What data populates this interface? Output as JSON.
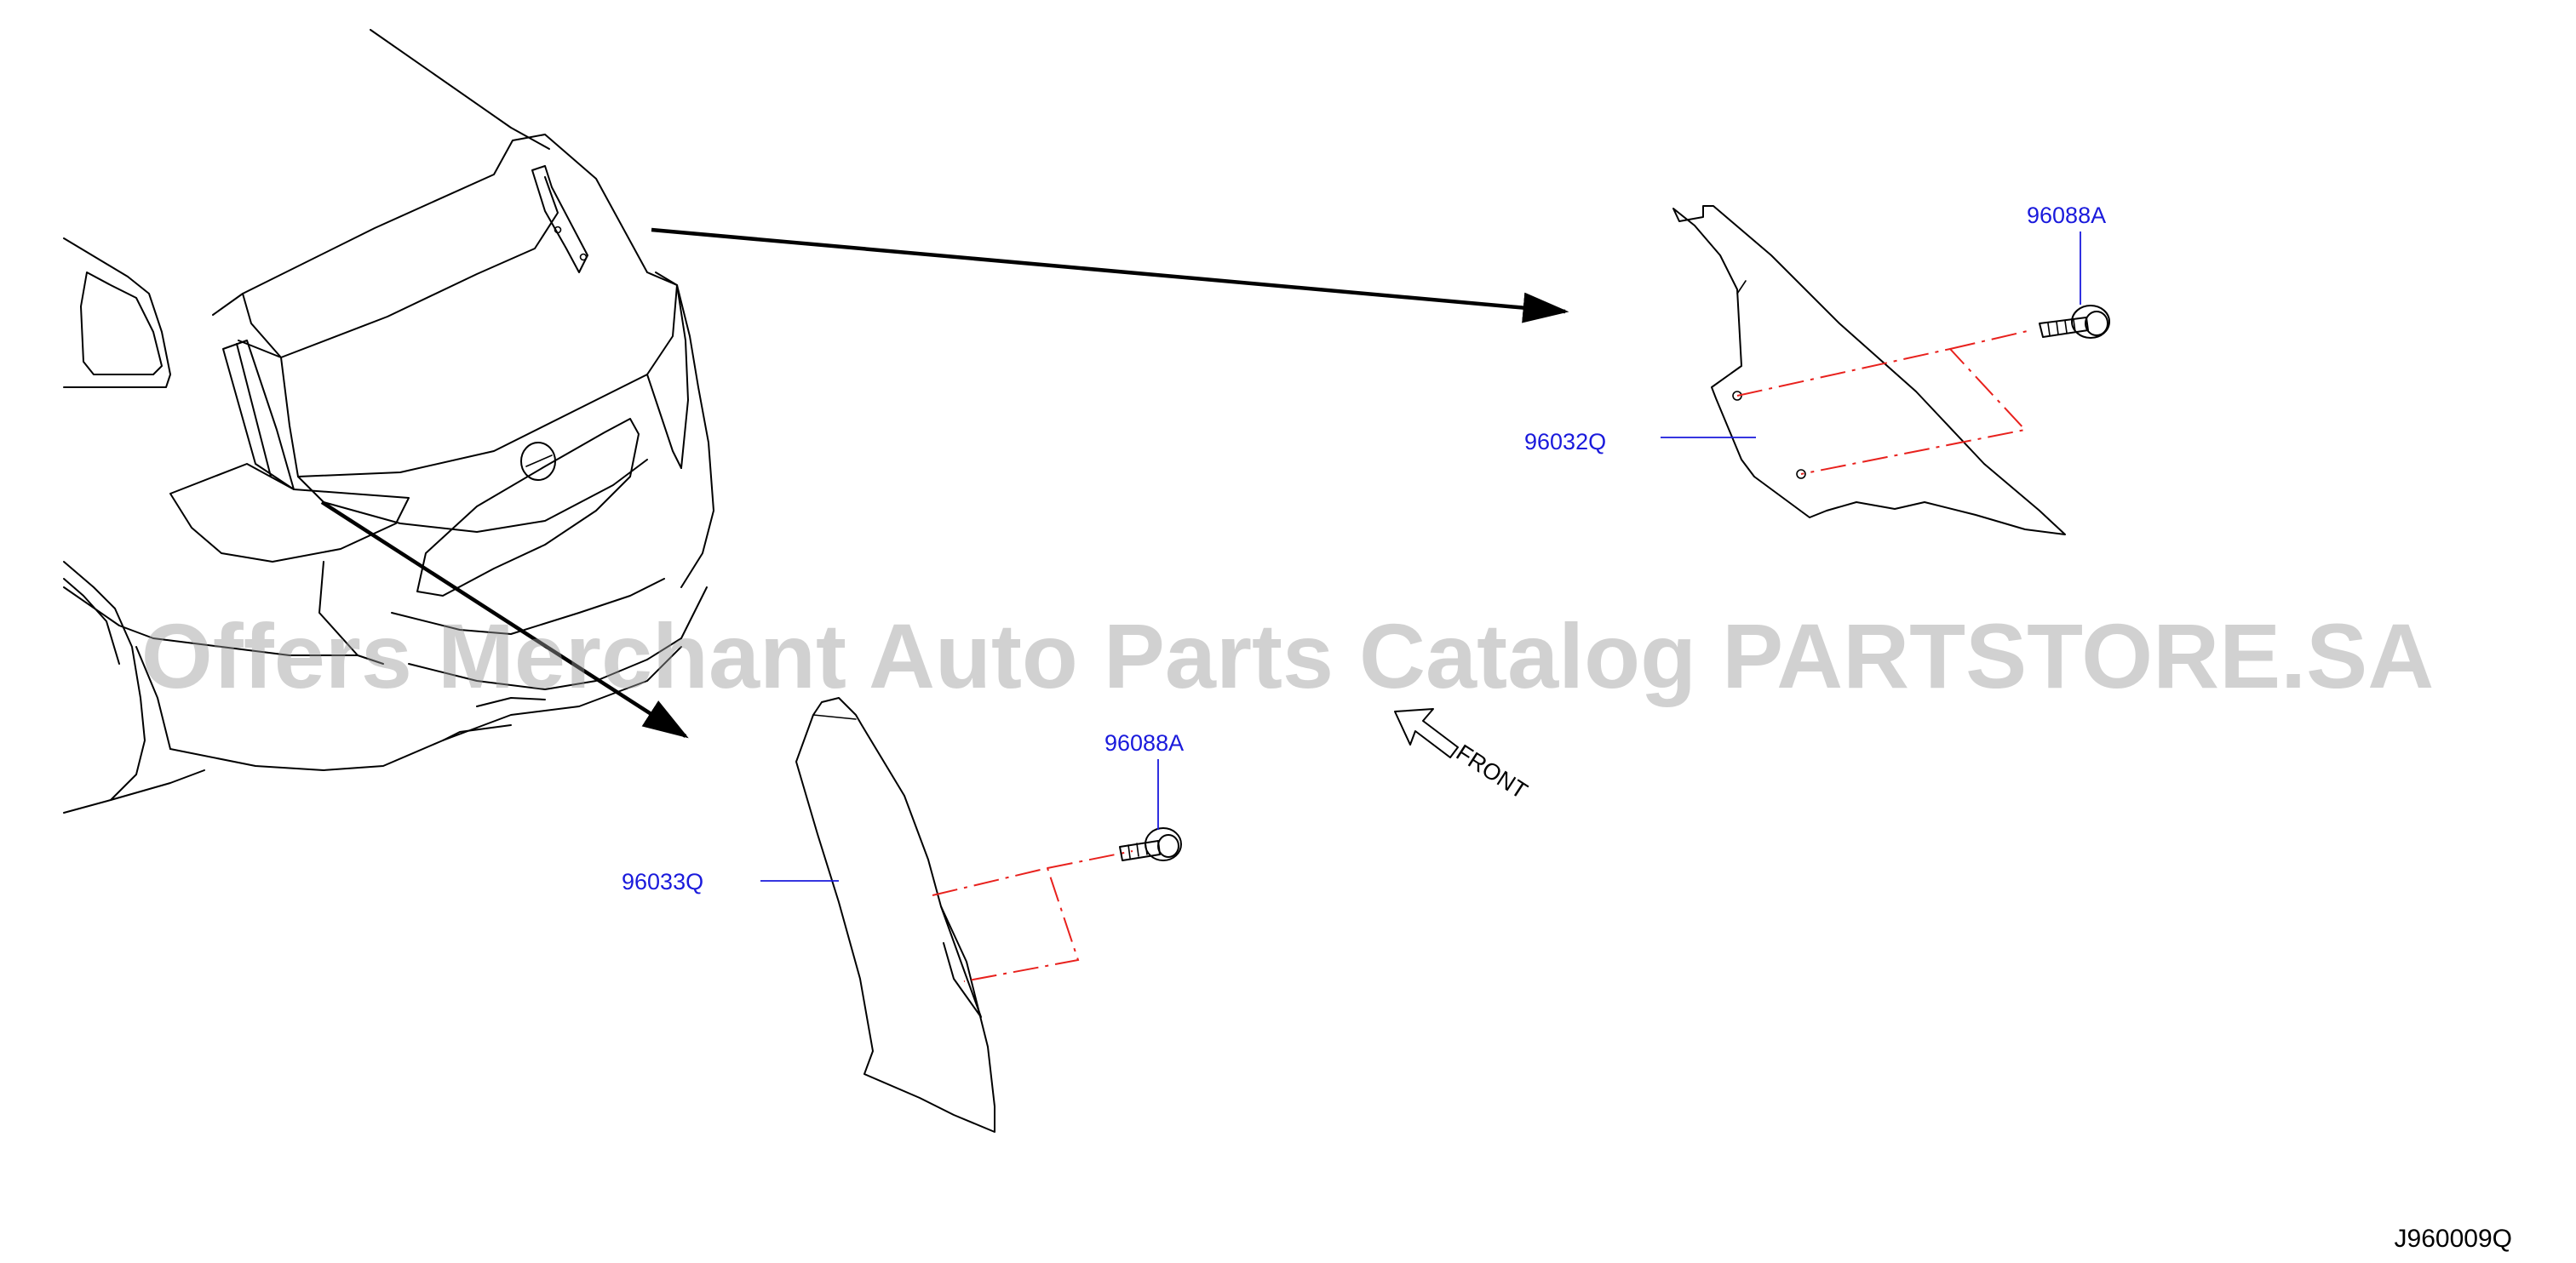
{
  "diagram": {
    "watermark": "Offers Merchant Auto Parts Catalog PARTSTORE.SA",
    "direction_label": "FRONT",
    "drawing_code": "J960009Q",
    "colors": {
      "line": "#000000",
      "callout": "#1a1adc",
      "hidden_line": "#e8211d",
      "watermark": "#9a9a9a"
    },
    "callouts": [
      {
        "label": "96088A"
      },
      {
        "label": "96032Q"
      },
      {
        "label": "96088A"
      },
      {
        "label": "96033Q"
      }
    ]
  }
}
